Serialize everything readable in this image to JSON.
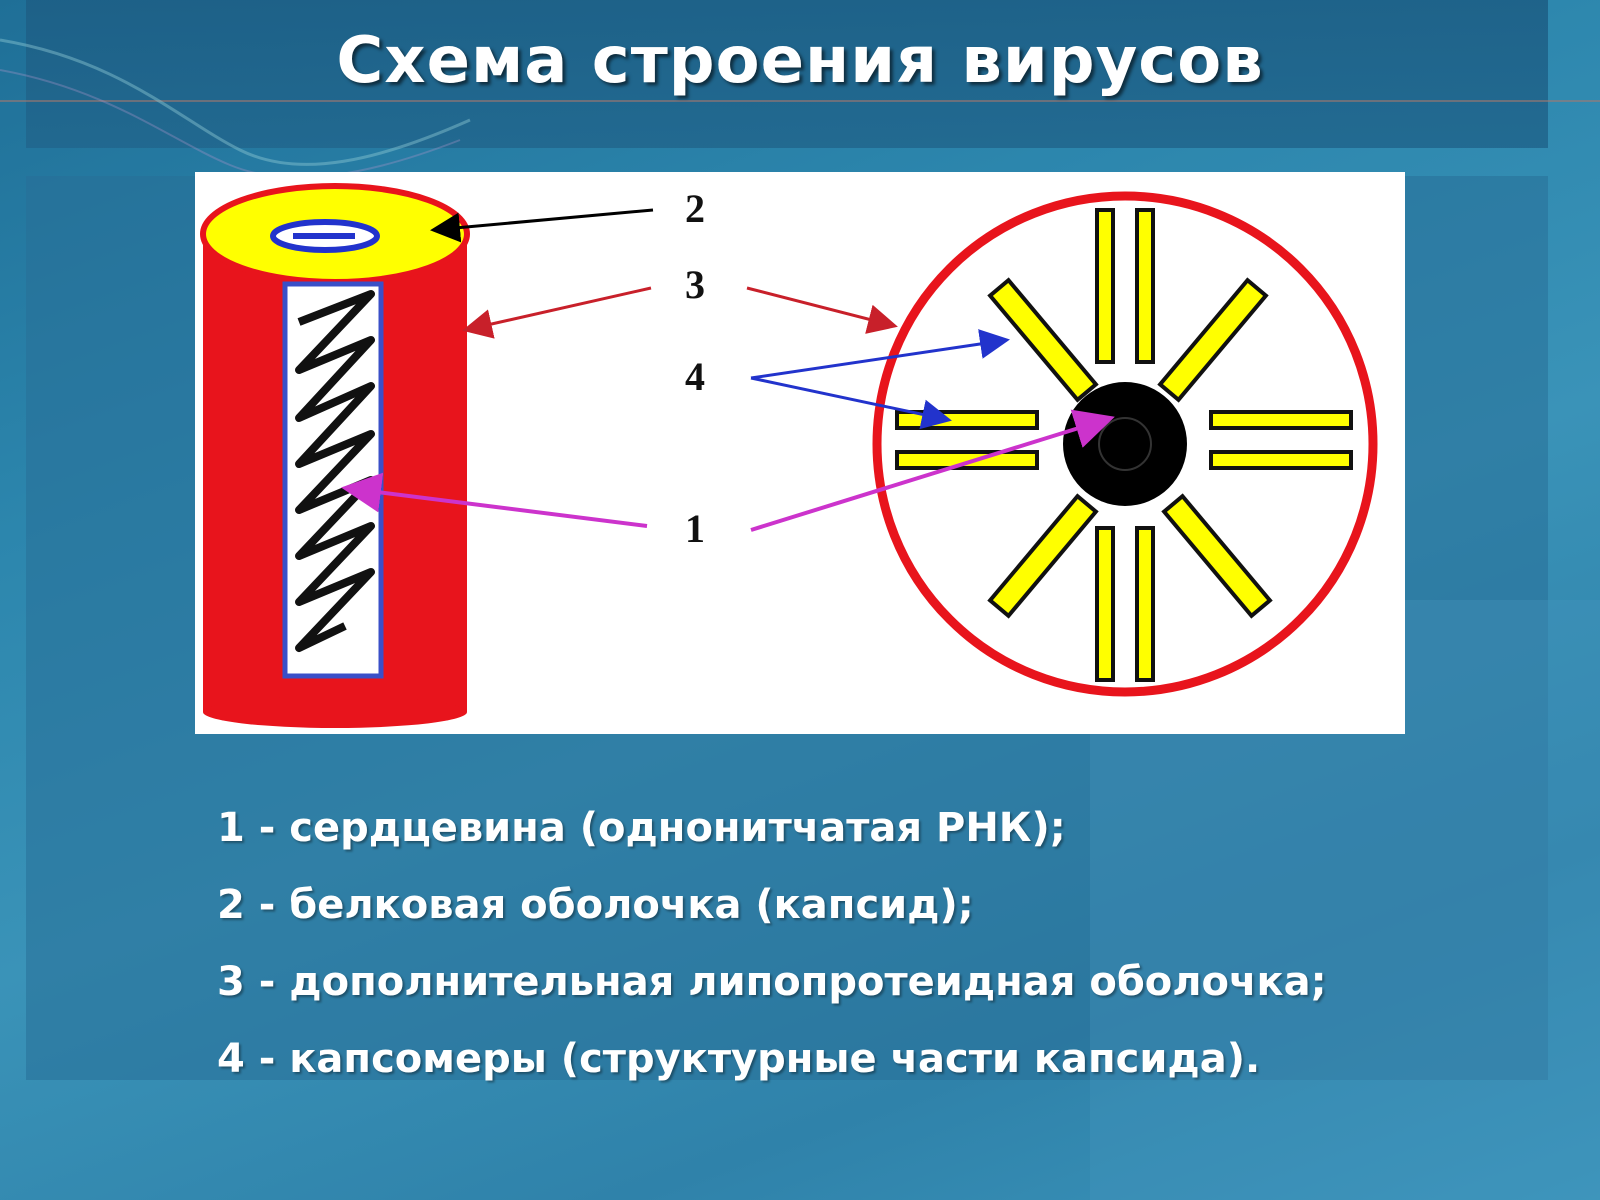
{
  "slide": {
    "title": "Схема строения вирусов"
  },
  "diagram": {
    "labels": {
      "core": "1",
      "capsid": "2",
      "lipoprotein_envelope": "3",
      "capsomeres": "4"
    },
    "colors": {
      "envelope": "#e8141c",
      "capsid_top": "#ffff00",
      "capsomere": "#ffff00",
      "core": "#000000",
      "rna_channel": "#3a4fc8",
      "arrow_capsid": "#000000",
      "arrow_envelope": "#c8202a",
      "arrow_capsomere": "#2233cc",
      "arrow_core": "#cc33cc"
    }
  },
  "legend": {
    "items": [
      "1 - сердцевина (однонитчатая РНК);",
      "2 - белковая оболочка (капсид);",
      "3 - дополнительная липопротеидная оболочка;",
      "4 - капсомеры (структурные части капсида)."
    ]
  }
}
